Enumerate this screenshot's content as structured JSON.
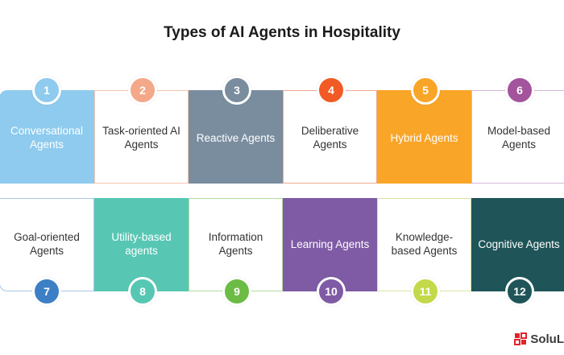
{
  "title": "Types of AI Agents in Hospitality",
  "rows": [
    [
      {
        "number": "1",
        "label": "Conversational Agents",
        "card_bg": "#8ecbee",
        "text_color": "#ffffff",
        "border": "#8ecbee",
        "badge": "#8ecbee"
      },
      {
        "number": "2",
        "label": "Task-oriented AI Agents",
        "card_bg": "#ffffff",
        "text_color": "#333333",
        "border": "#f3c6ad",
        "badge": "#f4a88a"
      },
      {
        "number": "3",
        "label": "Reactive Agents",
        "card_bg": "#7a8d9f",
        "text_color": "#ffffff",
        "border": "#7a8d9f",
        "badge": "#7a8d9f"
      },
      {
        "number": "4",
        "label": "Deliberative Agents",
        "card_bg": "#ffffff",
        "text_color": "#333333",
        "border": "#f0a98f",
        "badge": "#f15a24"
      },
      {
        "number": "5",
        "label": "Hybrid Agents",
        "card_bg": "#f9a528",
        "text_color": "#ffffff",
        "border": "#f9a528",
        "badge": "#f9a528"
      },
      {
        "number": "6",
        "label": "Model-based Agents",
        "card_bg": "#ffffff",
        "text_color": "#333333",
        "border": "#d7b8db",
        "badge": "#a3549c"
      }
    ],
    [
      {
        "number": "7",
        "label": "Goal-oriented Agents",
        "card_bg": "#ffffff",
        "text_color": "#333333",
        "border": "#a9c6e4",
        "badge": "#3c7fc4"
      },
      {
        "number": "8",
        "label": "Utility-based agents",
        "card_bg": "#57c7b4",
        "text_color": "#ffffff",
        "border": "#57c7b4",
        "badge": "#57c7b4"
      },
      {
        "number": "9",
        "label": "Information Agents",
        "card_bg": "#ffffff",
        "text_color": "#333333",
        "border": "#b5dca0",
        "badge": "#6cbb45"
      },
      {
        "number": "10",
        "label": "Learning Agents",
        "card_bg": "#7f5ba5",
        "text_color": "#ffffff",
        "border": "#7f5ba5",
        "badge": "#7f5ba5"
      },
      {
        "number": "11",
        "label": "Knowledge-based Agents",
        "card_bg": "#ffffff",
        "text_color": "#333333",
        "border": "#dbe6a6",
        "badge": "#c3d94a"
      },
      {
        "number": "12",
        "label": "Cognitive Agents",
        "card_bg": "#1f5558",
        "text_color": "#ffffff",
        "border": "#1f5558",
        "badge": "#1f5558"
      }
    ]
  ],
  "logo": {
    "text": "SoluL",
    "icon": "solulab-logo-icon",
    "color": "#e0242c"
  }
}
